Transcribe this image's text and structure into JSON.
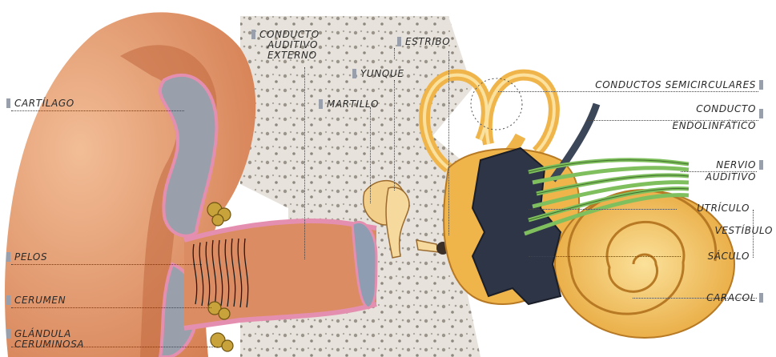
{
  "diagram": {
    "labels": {
      "cartilago": "Cartílago",
      "pelos": "Pelos",
      "cerumen": "Cerumen",
      "glandula_1": "Glándula",
      "glandula_2": "ceruminosa",
      "conducto_ext_1": "Conducto",
      "conducto_ext_2": "auditivo",
      "conducto_ext_3": "externo",
      "martillo": "Martillo",
      "yunque": "Yunque",
      "estribo": "Estribo",
      "conductos_semi": "Conductos semicirculares",
      "conducto_endo_1": "Conducto",
      "conducto_endo_2": "endolinfático",
      "nervio_1": "Nervio",
      "nervio_2": "auditivo",
      "utriculo": "Utrículo",
      "vestibulo": "Vestíbulo",
      "saculo": "Sáculo",
      "caracol": "Caracol"
    },
    "colors": {
      "skin": "#e8a079",
      "skin_dark": "#b45a32",
      "cartilage": "#9aa0ab",
      "pink_tissue": "#e6a0b8",
      "bone_speckle": "#d6d2cc",
      "ossicle": "#f2cf8a",
      "cochlea": "#f6c45a",
      "vestibule_dark": "#2e3546",
      "nerve": "#7fbf5e",
      "label_tab": "#9aa0ab"
    }
  }
}
